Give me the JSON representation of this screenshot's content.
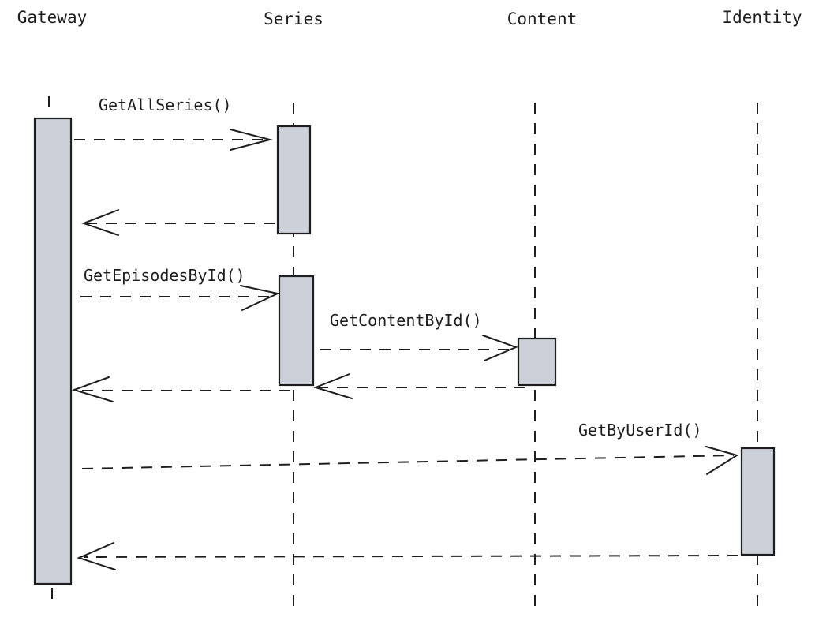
{
  "participants": [
    {
      "id": "gateway",
      "label": "Gateway"
    },
    {
      "id": "series",
      "label": "Series"
    },
    {
      "id": "content",
      "label": "Content"
    },
    {
      "id": "identity",
      "label": "Identity"
    }
  ],
  "messages": [
    {
      "id": "get-all-series",
      "label": "GetAllSeries()",
      "from": "Gateway",
      "to": "Series"
    },
    {
      "id": "return-all-series",
      "label": "",
      "from": "Series",
      "to": "Gateway"
    },
    {
      "id": "get-episodes-by-id",
      "label": "GetEpisodesById()",
      "from": "Gateway",
      "to": "Series"
    },
    {
      "id": "get-content-by-id",
      "label": "GetContentById()",
      "from": "Series",
      "to": "Content"
    },
    {
      "id": "return-content-by-id",
      "label": "",
      "from": "Content",
      "to": "Series"
    },
    {
      "id": "return-episodes-by-id",
      "label": "",
      "from": "Series",
      "to": "Gateway"
    },
    {
      "id": "get-by-user-id",
      "label": "GetByUserId()",
      "from": "Gateway",
      "to": "Identity"
    },
    {
      "id": "return-by-user-id",
      "label": "",
      "from": "Identity",
      "to": "Gateway"
    }
  ],
  "colors": {
    "activation_fill": "#ccd1d9",
    "stroke": "#1e1e1e",
    "background": "#ffffff"
  }
}
